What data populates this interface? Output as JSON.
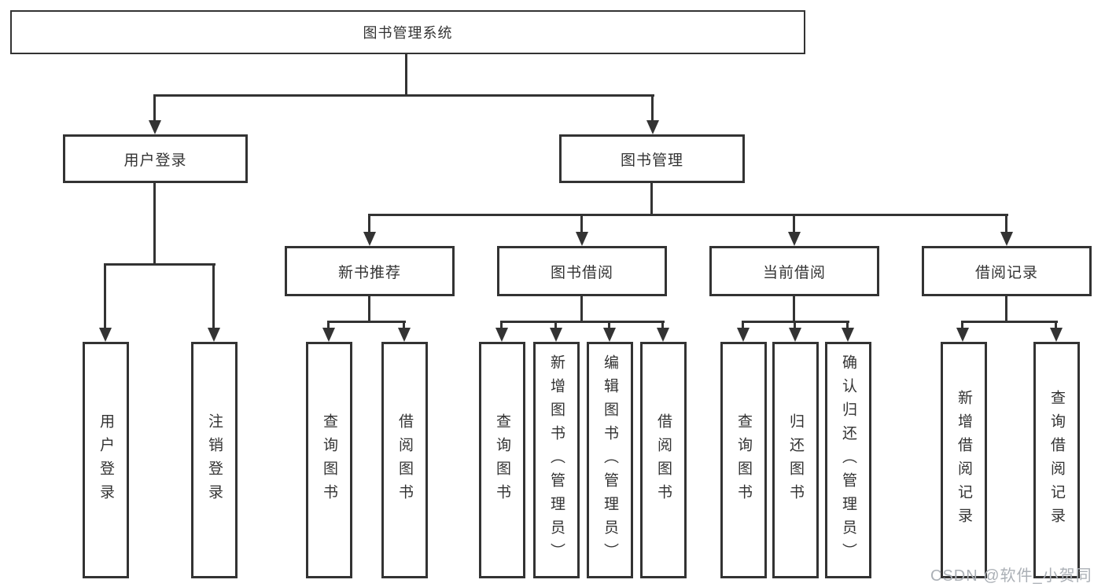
{
  "diagram": {
    "root": {
      "label": "图书管理系统"
    },
    "level2": [
      {
        "label": "用户登录"
      },
      {
        "label": "图书管理"
      }
    ],
    "level3": [
      {
        "label": "新书推荐",
        "parent": "图书管理"
      },
      {
        "label": "图书借阅",
        "parent": "图书管理"
      },
      {
        "label": "当前借阅",
        "parent": "图书管理"
      },
      {
        "label": "借阅记录",
        "parent": "图书管理"
      }
    ],
    "leaves": [
      {
        "label": "用户登录",
        "parent": "用户登录"
      },
      {
        "label": "注销登录",
        "parent": "用户登录"
      },
      {
        "label": "查询图书",
        "parent": "新书推荐"
      },
      {
        "label": "借阅图书",
        "parent": "新书推荐"
      },
      {
        "label": "查询图书",
        "parent": "图书借阅"
      },
      {
        "label": "新增图书（管理员）",
        "parent": "图书借阅"
      },
      {
        "label": "编辑图书（管理员）",
        "parent": "图书借阅"
      },
      {
        "label": "借阅图书",
        "parent": "图书借阅"
      },
      {
        "label": "查询图书",
        "parent": "当前借阅"
      },
      {
        "label": "归还图书",
        "parent": "当前借阅"
      },
      {
        "label": "确认归还（管理员）",
        "parent": "当前借阅"
      },
      {
        "label": "新增借阅记录",
        "parent": "借阅记录"
      },
      {
        "label": "查询借阅记录",
        "parent": "借阅记录"
      }
    ]
  },
  "watermark": {
    "text": "CSDN @软件_小贺同学"
  },
  "colors": {
    "line": "#333333",
    "text": "#333333",
    "background": "#ffffff",
    "watermark": "#abb0b6"
  }
}
